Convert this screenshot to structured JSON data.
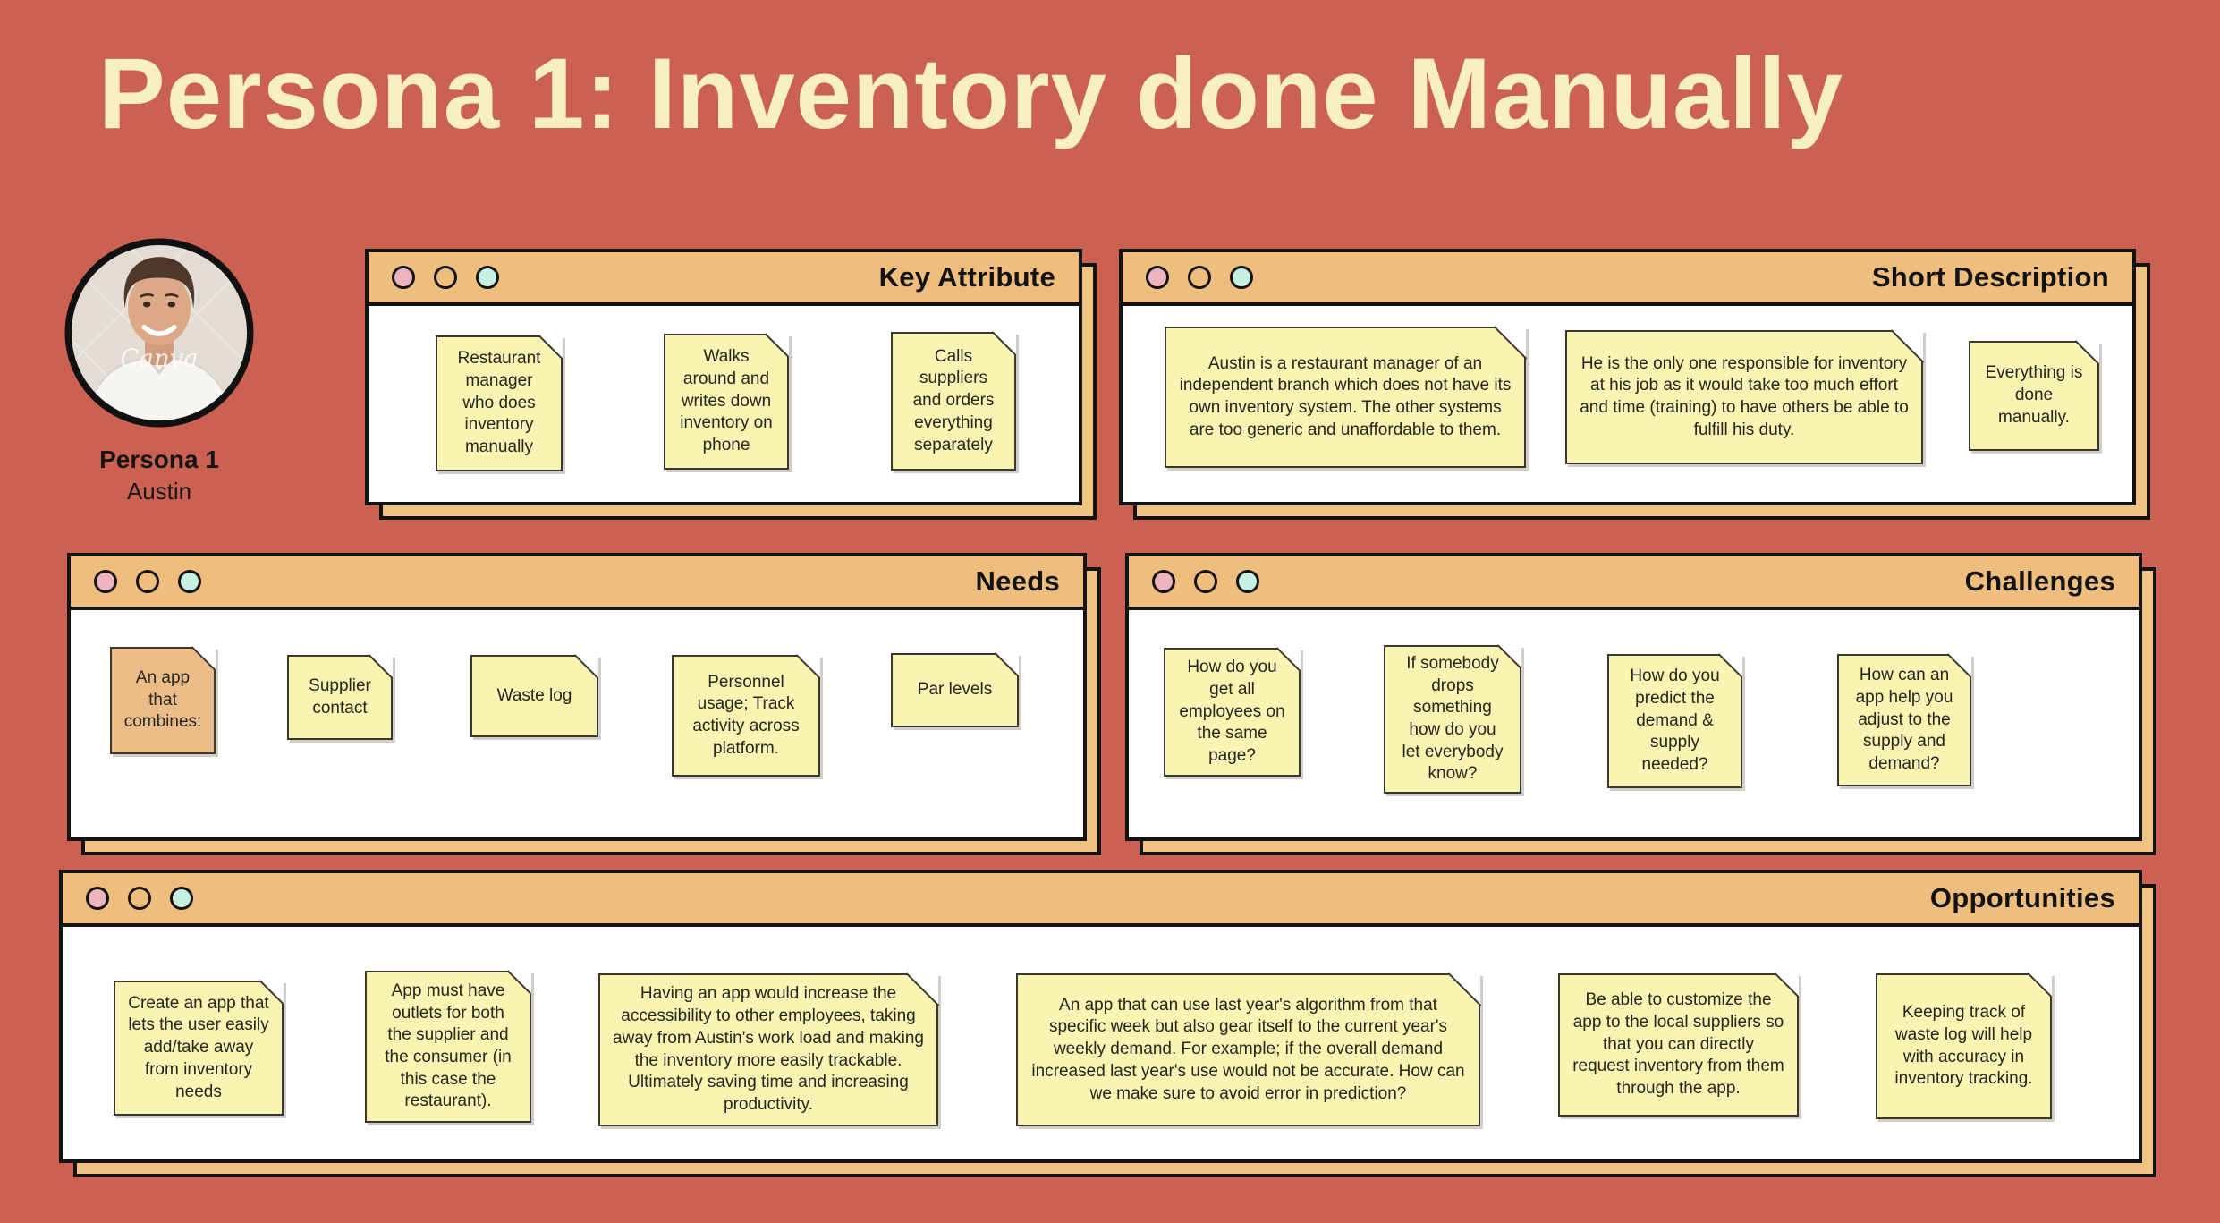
{
  "page": {
    "title": "Persona 1: Inventory done Manually"
  },
  "persona": {
    "label": "Persona 1",
    "name": "Austin",
    "avatar_watermark": "Canva"
  },
  "colors": {
    "background": "#CA6151",
    "title_text": "#F8F0C2",
    "window_header": "#EFBE7D",
    "window_backing": "#F0C383",
    "window_border": "#131313",
    "note_yellow": "#F9F4B2",
    "note_orange": "#EABC87",
    "dot_pink": "#EDB5BB",
    "dot_mint": "#C7F0E2"
  },
  "panels": {
    "key_attribute": {
      "title": "Key Attribute",
      "notes": [
        {
          "text": "Restaurant manager who does inventory manually"
        },
        {
          "text": "Walks around and writes down inventory on phone"
        },
        {
          "text": "Calls suppliers and orders everything separately"
        }
      ]
    },
    "short_description": {
      "title": "Short Description",
      "notes": [
        {
          "text": "Austin is a restaurant manager of an independent branch which does not have its own inventory system. The other systems are too generic and unaffordable to them."
        },
        {
          "text": "He is the only one responsible for inventory at his job as it would take too much effort and time (training) to have others be able to fulfill his duty."
        },
        {
          "text": "Everything is done manually."
        }
      ]
    },
    "needs": {
      "title": "Needs",
      "notes": [
        {
          "text": "An app that combines:"
        },
        {
          "text": "Supplier contact"
        },
        {
          "text": "Waste log"
        },
        {
          "text": "Personnel usage;  Track activity across platform."
        },
        {
          "text": "Par levels"
        }
      ]
    },
    "challenges": {
      "title": "Challenges",
      "notes": [
        {
          "text": "How do you get all employees on the same page?"
        },
        {
          "text": "If somebody drops something how do you let everybody know?"
        },
        {
          "text": "How do you predict the demand & supply needed?"
        },
        {
          "text": "How can an app help you adjust to the supply and demand?"
        }
      ]
    },
    "opportunities": {
      "title": "Opportunities",
      "notes": [
        {
          "text": "Create an app that lets the user easily add/take away from inventory needs"
        },
        {
          "text": "App must have outlets for both the supplier and the consumer (in this case the restaurant)."
        },
        {
          "text": "Having an app would increase the accessibility to other employees, taking away from Austin's work load and making the inventory more easily trackable. Ultimately saving time and increasing productivity."
        },
        {
          "text": "An app that can use last year's algorithm from that specific week but also gear itself to the current year's weekly demand. For example; if the overall demand increased last year's use would not be accurate. How can we make sure to avoid error in prediction?"
        },
        {
          "text": "Be able to customize the app to the local suppliers so that you can directly request inventory from them through the app."
        },
        {
          "text": "Keeping track of waste log will help with accuracy in inventory tracking."
        }
      ]
    }
  }
}
